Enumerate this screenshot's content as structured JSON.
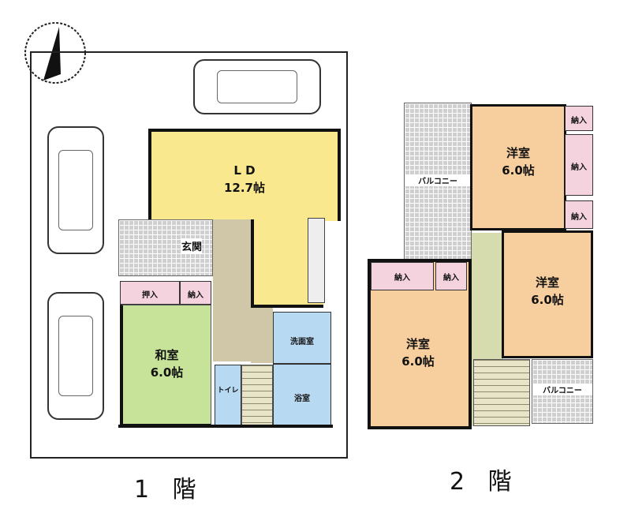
{
  "floor1": {
    "title": "1 階",
    "rooms": {
      "ld": {
        "name": "L D",
        "size": "12.7帖"
      },
      "genkan": "玄関",
      "oshiire": "押入",
      "nouryu": "納入",
      "washitsu": {
        "name": "和室",
        "size": "6.0帖"
      },
      "toilet": "トイレ",
      "senmen": "洗面室",
      "yokushitsu": "浴室"
    }
  },
  "floor2": {
    "title": "2 階",
    "rooms": {
      "room_top": {
        "name": "洋室",
        "size": "6.0帖"
      },
      "room_right": {
        "name": "洋室",
        "size": "6.0帖"
      },
      "room_left": {
        "name": "洋室",
        "size": "6.0帖"
      },
      "storage": [
        "納入",
        "納入",
        "納入",
        "納入",
        "納入"
      ],
      "balcony_left": "バルコニー",
      "balcony_right": "バルコニー"
    }
  }
}
